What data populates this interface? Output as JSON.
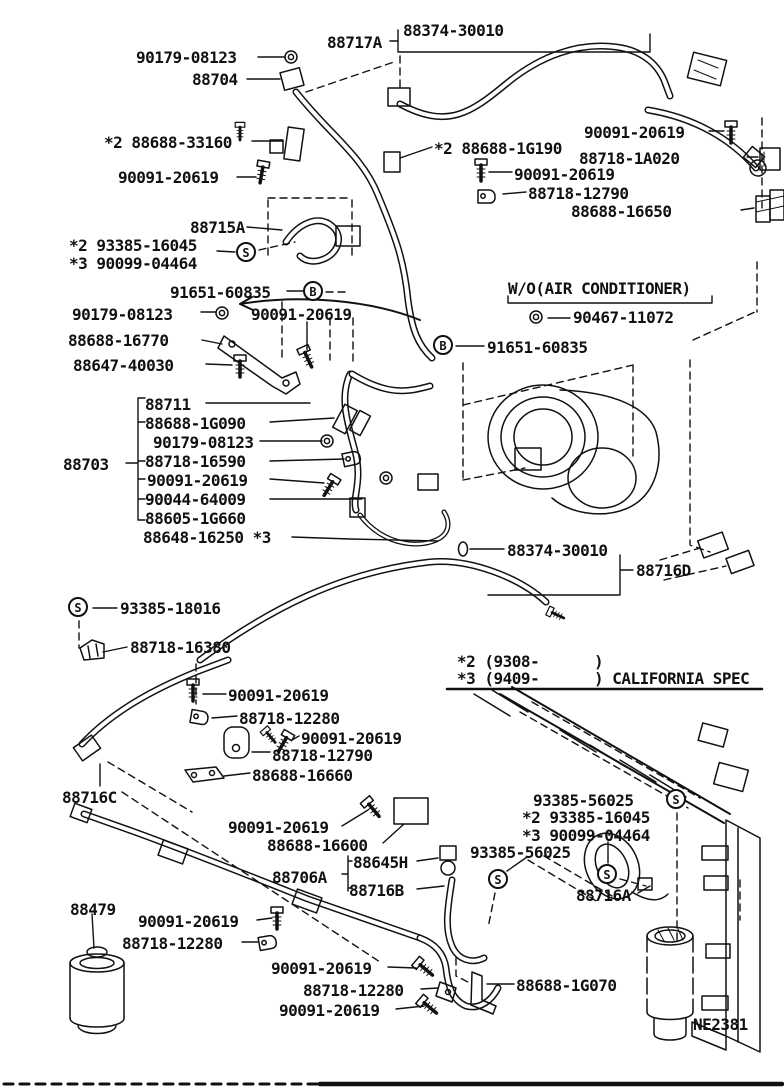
{
  "diagram": {
    "figure_code": "NE2381",
    "wo_note": "W/O(AIR CONDITIONER)",
    "section_note": {
      "line1": "*2 (9308-      )",
      "line2": "*3 (9409-      ) CALIFORNIA SPEC"
    },
    "markers": {
      "s": "S",
      "b": "B"
    },
    "labels": {
      "t1": "90179-08123",
      "t2": "88704",
      "t3": "88717A",
      "t4": "88374-30010",
      "t5": "90091-20619",
      "t6": "*2 88688-1G190",
      "t7": "88718-1A020",
      "t8": "90091-20619",
      "t9": "88718-12790",
      "t10": "88688-16650",
      "t11": "*2 88688-33160",
      "t12": "90091-20619",
      "t13": "88715A",
      "t14": "*2 93385-16045",
      "t15": "*3 90099-04464",
      "t16": "91651-60835",
      "t18": "90467-11072",
      "t19": "91651-60835",
      "t20": "90179-08123",
      "t21": "90091-20619",
      "t22": "88688-16770",
      "t23": "88647-40030",
      "t24": "88703",
      "t25": "88711",
      "t26": "88688-1G090",
      "t27": "90179-08123",
      "t28": "88718-16590",
      "t29": "90091-20619",
      "t30": "90044-64009",
      "t31": "88605-1G660",
      "t32": "88648-16250 *3",
      "t33": "88374-30010",
      "t34": "88716D",
      "t35": "93385-18016",
      "t36": "88718-16380",
      "t39": "90091-20619",
      "t40": "88718-12280",
      "t41": "90091-20619",
      "t42": "88718-12790",
      "t43": "88688-16660",
      "t44": "88716C",
      "t45": "90091-20619",
      "t46": "88688-16600",
      "t47": "93385-56025",
      "t48": "*2 93385-16045",
      "t49": "*3 90099-04464",
      "t50": "93385-56025",
      "t51": "88645H",
      "t52": "88706A",
      "t53": "88716B",
      "t54": "88716A",
      "t55": "88479",
      "t56": "90091-20619",
      "t57": "88718-12280",
      "t58": "90091-20619",
      "t59": "88718-12280",
      "t60": "88688-1G070",
      "t61": "90091-20619",
      "t62": "NE2381"
    }
  }
}
